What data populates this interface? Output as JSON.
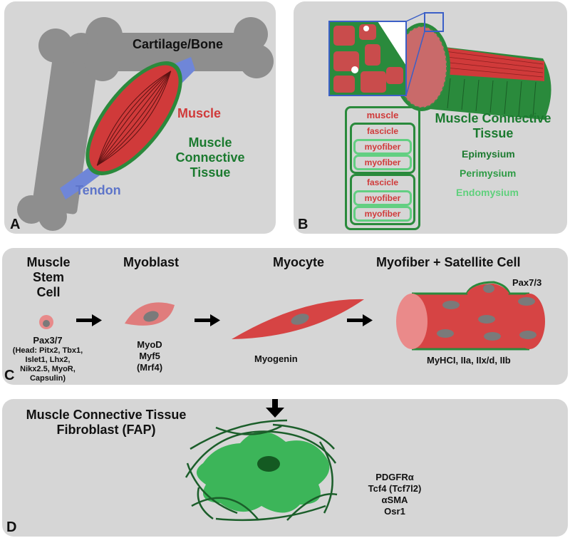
{
  "panels": {
    "a": {
      "letter": "A",
      "labels": {
        "bone": "Cartilage/Bone",
        "muscle": "Muscle",
        "mct_line1": "Muscle",
        "mct_line2": "Connective",
        "mct_line3": "Tissue",
        "tendon": "Tendon"
      }
    },
    "b": {
      "letter": "B",
      "hierarchy": {
        "muscle": "muscle",
        "fascicle_1": "fascicle",
        "myofiber_1": "myofiber",
        "myofiber_2": "myofiber",
        "fascicle_2": "fascicle",
        "myofiber_3": "myofiber",
        "myofiber_4": "myofiber"
      },
      "legend": {
        "title_line1": "Muscle Connective",
        "title_line2": "Tissue",
        "epimysium": "Epimysium",
        "perimysium": "Perimysium",
        "endomysium": "Endomysium"
      }
    },
    "c": {
      "letter": "C",
      "stages": {
        "stem_line1": "Muscle",
        "stem_line2": "Stem",
        "stem_line3": "Cell",
        "myoblast": "Myoblast",
        "myocyte": "Myocyte",
        "myofiber": "Myofiber + Satellite Cell"
      },
      "markers": {
        "stem_main": "Pax3/7",
        "stem_head_1": "(Head: Pitx2, Tbx1,",
        "stem_head_2": "Islet1, Lhx2,",
        "stem_head_3": "Nikx2.5, MyoR,",
        "stem_head_4": "Capsulin)",
        "myoblast_1": "MyoD",
        "myoblast_2": "Myf5",
        "myoblast_3": "(Mrf4)",
        "myocyte": "Myogenin",
        "satellite": "Pax7/3",
        "myofiber": "MyHCI, IIa, IIx/d, IIb"
      }
    },
    "d": {
      "letter": "D",
      "title_line1": "Muscle Connective Tissue",
      "title_line2": "Fibroblast (FAP)",
      "markers": {
        "m1": "PDGFRα",
        "m2": "Tcf4 (Tcf7l2)",
        "m3": "αSMA",
        "m4": "Osr1"
      }
    }
  },
  "colors": {
    "panel_bg": "#d6d6d6",
    "bone": "#8e8e8e",
    "muscle_red": "#d03a3a",
    "connective_green": "#2a8a3c",
    "endomysium_green": "#63cf82",
    "tendon_blue": "#6f86d8",
    "fibroblast_green": "#3cb559"
  }
}
